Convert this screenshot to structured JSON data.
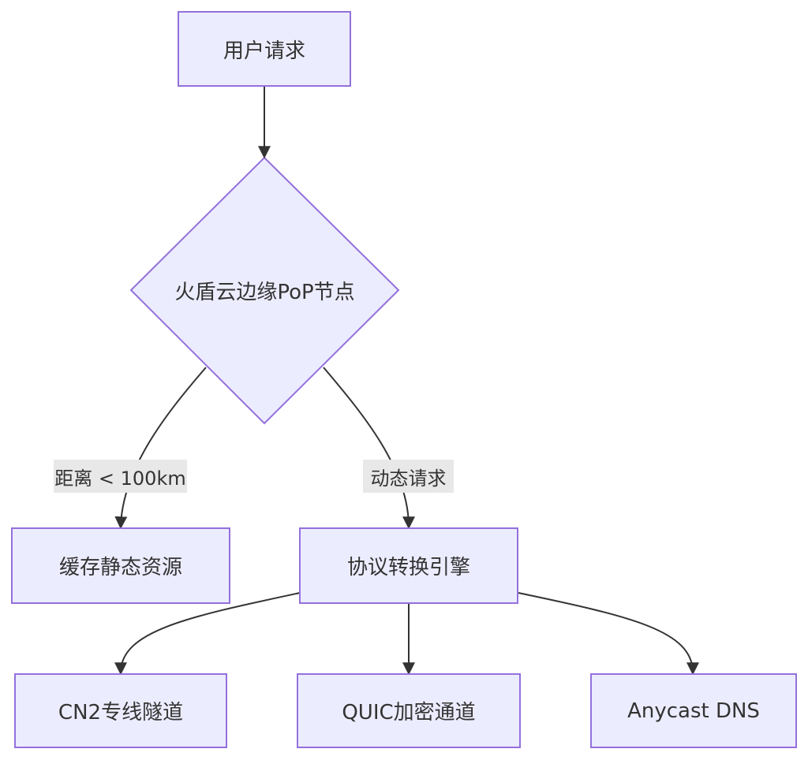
{
  "colors": {
    "node_fill": "#ECECFF",
    "node_stroke": "#9370DB",
    "edge": "#333333",
    "text": "#333333",
    "edge_label_bg": "#E8E8E8"
  },
  "nodes": {
    "user_request": "用户请求",
    "pop_node": "火盾云边缘PoP节点",
    "cache_static": "缓存静态资源",
    "protocol_engine": "协议转换引擎",
    "cn2_tunnel": "CN2专线隧道",
    "quic_tunnel": "QUIC加密通道",
    "anycast_dns": "Anycast DNS"
  },
  "edges": {
    "distance_label": "距离 < 100km",
    "dynamic_label": "动态请求"
  }
}
